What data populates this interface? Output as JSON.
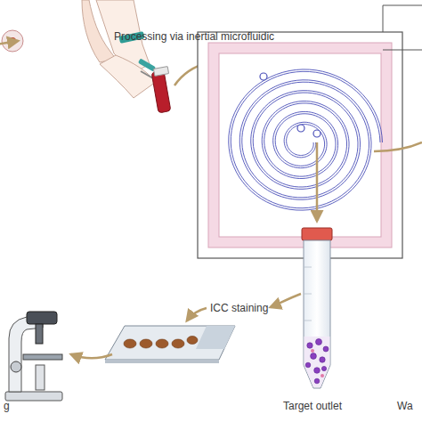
{
  "diagram": {
    "labels": [
      "Processing via inertial microfluidic",
      "ICC staining",
      "Target outlet",
      "Wa",
      "g"
    ]
  }
}
